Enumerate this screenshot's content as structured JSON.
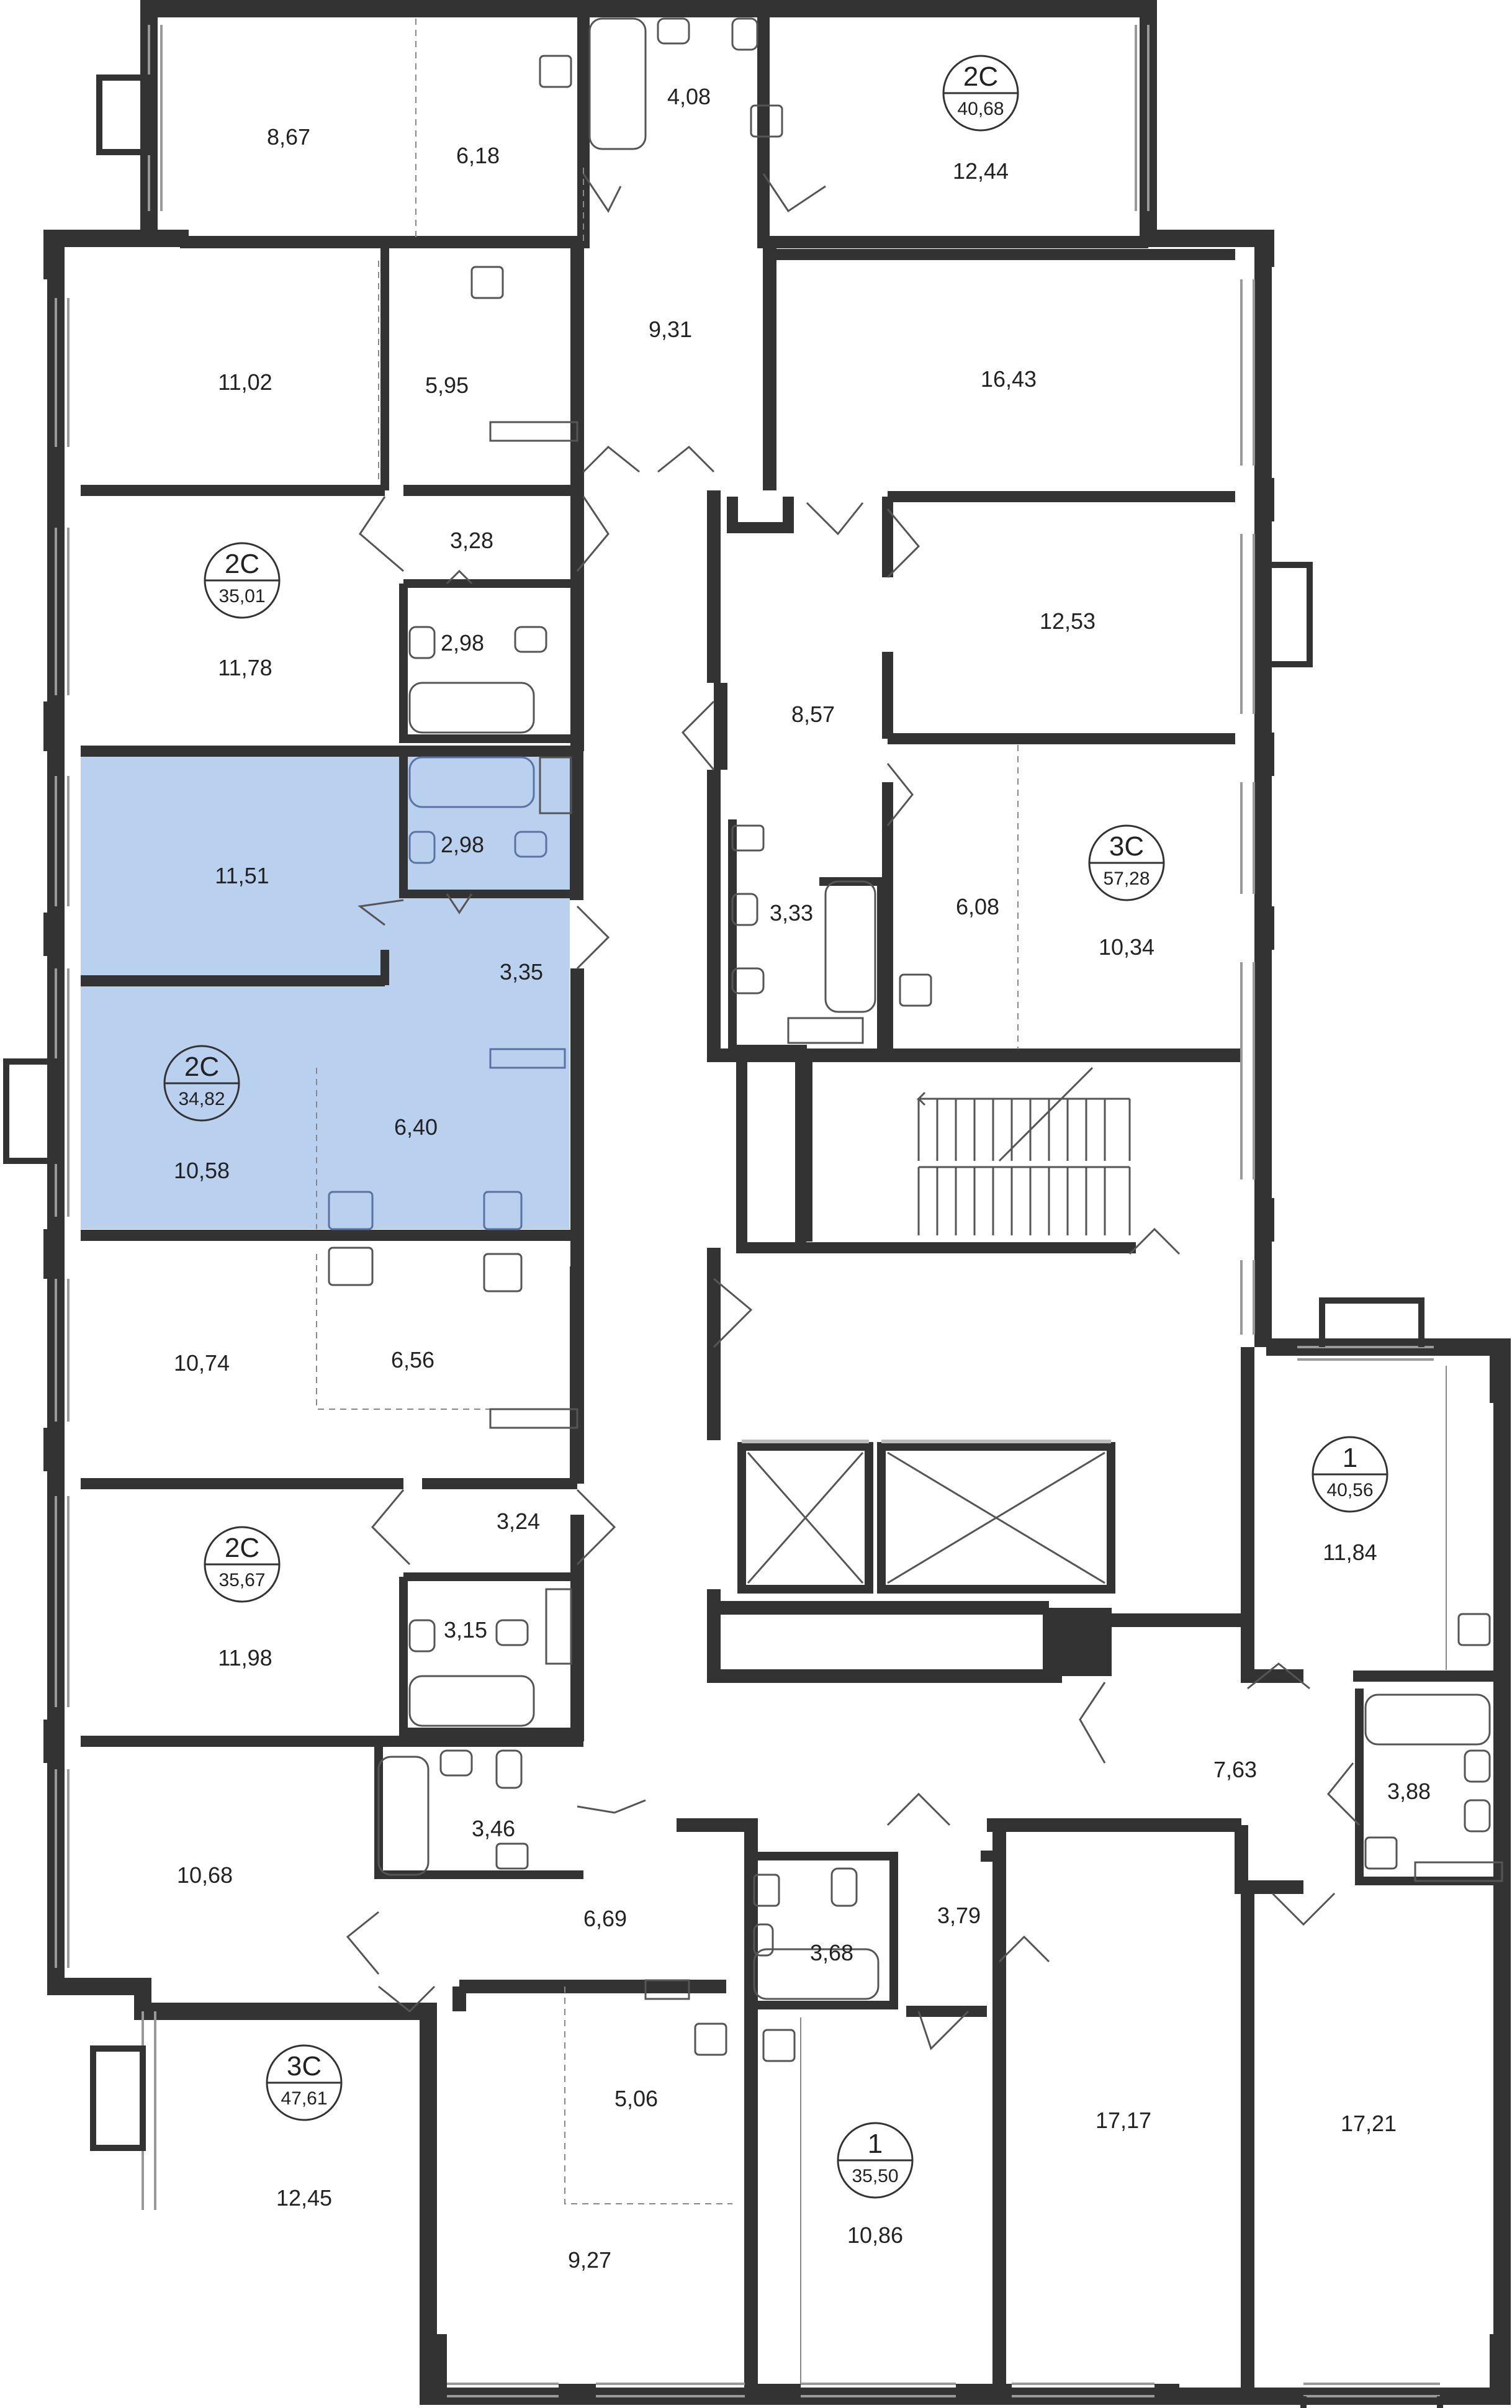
{
  "colors": {
    "wall": "#333333",
    "highlight": "#b9d0ee",
    "highlight_line": "#5b73a0",
    "fixture": "#555555",
    "window": "#999999"
  },
  "apartments": [
    {
      "id": "a1",
      "type": "2С",
      "total": "40,68"
    },
    {
      "id": "a2",
      "type": "2С",
      "total": "35,01"
    },
    {
      "id": "a3",
      "type": "2С",
      "total": "34,82",
      "highlight": true
    },
    {
      "id": "a4",
      "type": "2С",
      "total": "35,67"
    },
    {
      "id": "a5",
      "type": "3С",
      "total": "47,61"
    },
    {
      "id": "a6",
      "type": "3С",
      "total": "57,28"
    },
    {
      "id": "a7",
      "type": "1",
      "total": "40,56"
    },
    {
      "id": "a8",
      "type": "1",
      "total": "35,50"
    }
  ],
  "rooms": [
    "8,67",
    "6,18",
    "4,08",
    "12,44",
    "11,02",
    "5,95",
    "9,31",
    "16,43",
    "3,28",
    "11,78",
    "2,98",
    "12,53",
    "8,57",
    "11,51",
    "2,98",
    "3,35",
    "3,33",
    "6,08",
    "10,34",
    "10,58",
    "6,40",
    "10,74",
    "6,56",
    "3,24",
    "11,84",
    "11,98",
    "3,15",
    "7,63",
    "3,46",
    "3,88",
    "10,68",
    "6,69",
    "3,79",
    "3,68",
    "5,06",
    "17,17",
    "17,21",
    "12,45",
    "9,27",
    "10,86"
  ]
}
